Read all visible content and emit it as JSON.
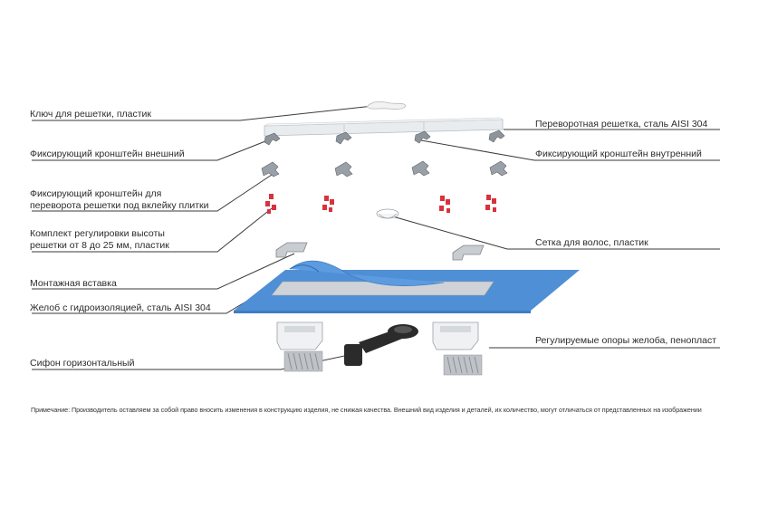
{
  "labels": {
    "key": "Ключ для решетки, пластик",
    "bracket_outer": "Фиксирующий кронштейн внешний",
    "bracket_tile_1": "Фиксирующий кронштейн для",
    "bracket_tile_2": "переворота решетки под вклейку плитки",
    "height_kit_1": "Комплект регулировки высоты",
    "height_kit_2": "решетки от 8 до 25 мм, пластик",
    "insert": "Монтажная вставка",
    "channel": "Желоб с гидроизоляцией, сталь AISI 304",
    "siphon": "Сифон горизонтальный",
    "grate": "Переворотная решетка, сталь AISI 304",
    "bracket_inner": "Фиксирующий кронштейн внутренний",
    "hair_net": "Сетка для волос, пластик",
    "supports": "Регулируемые опоры желоба, пенопласт"
  },
  "note": "Примечание: Производитель оставляем за собой право вносить изменения в конструкцию изделия, не снижая качества. Внешний вид изделия и деталей, их количество, могут отличаться от представленных на изображении",
  "colors": {
    "line": "#3a3a3a",
    "membrane": "#4f8fd6",
    "membrane_dark": "#3f7cc4",
    "steel": "#cfd3d8",
    "red_part": "#d8323c",
    "siphon": "#2b2b2b"
  }
}
